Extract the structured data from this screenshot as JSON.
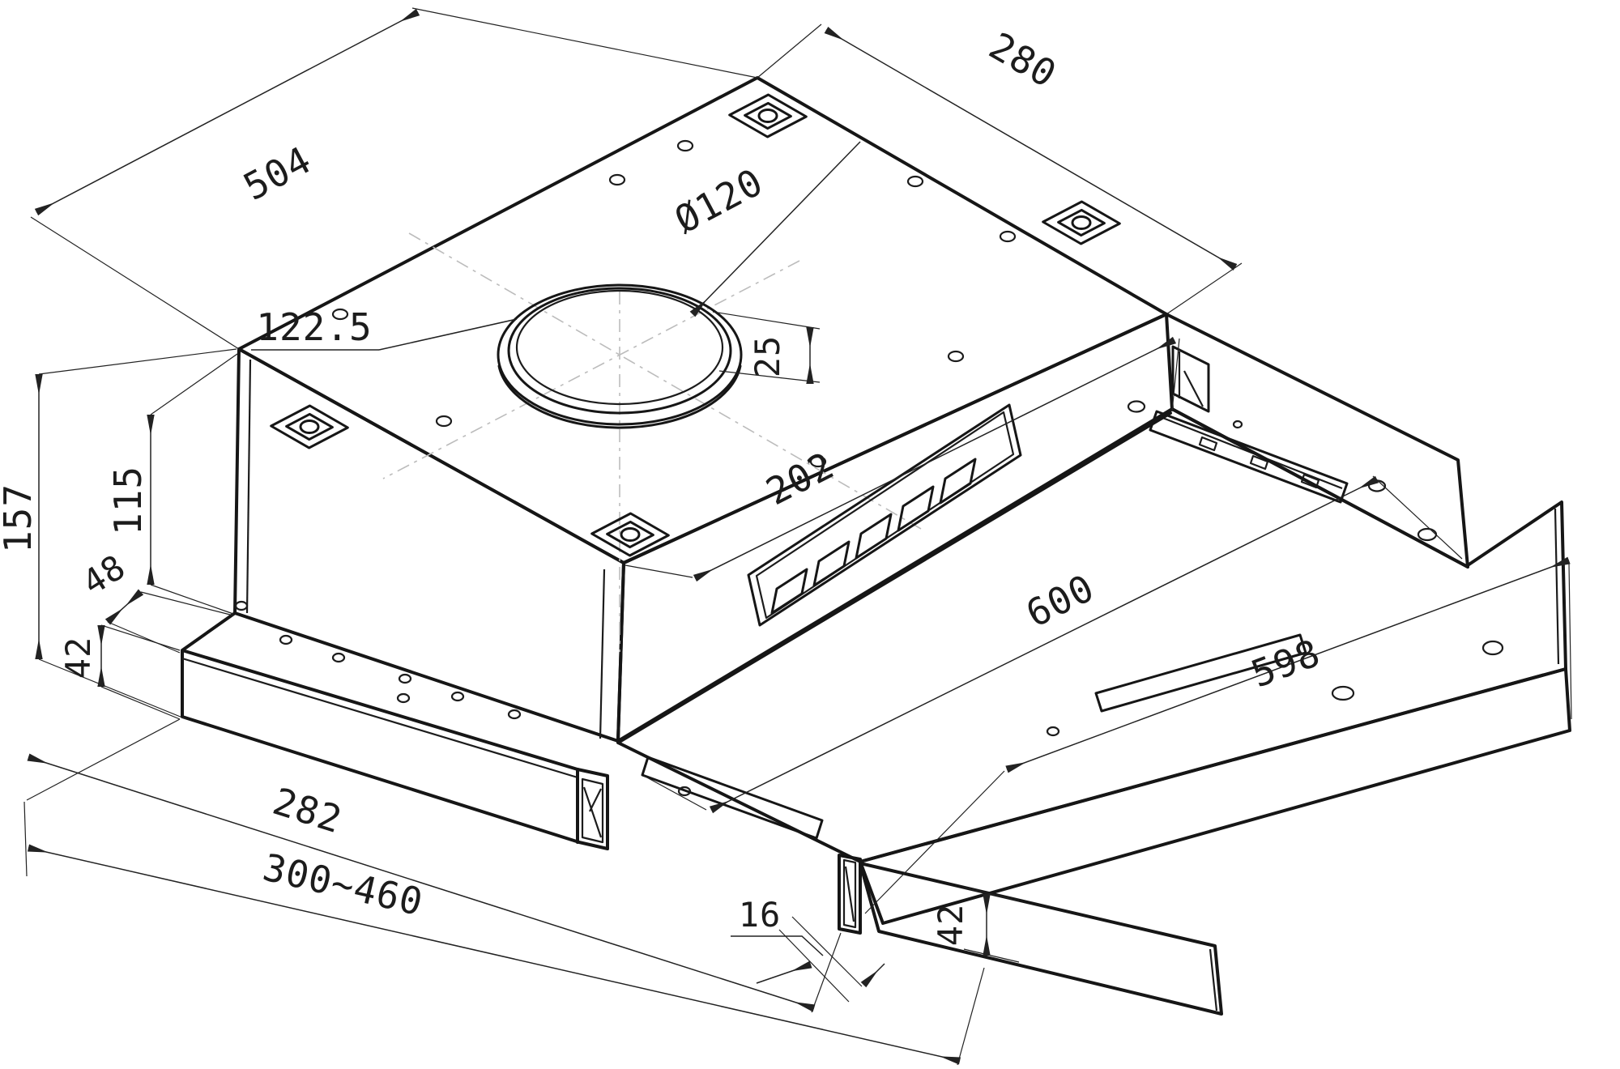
{
  "drawing": {
    "subject": "telescopic-cooker-hood-isometric-dimension-drawing",
    "background_color": "#ffffff",
    "line_color": "#161616",
    "centerline_color": "#bcbcbc",
    "dimensions": {
      "top_right_edge": "280",
      "top_left_edge": "504",
      "vent_diameter": "Ø120",
      "vent_center_offset": "122.5",
      "vent_rear_offset": "25",
      "top_front_span": "202",
      "overall_height": "157",
      "body_height": "115",
      "front_step_depth": "48",
      "left_drawer_height": "42",
      "drawer_length": "282",
      "telescopic_range": "300~460",
      "front_gap": "16",
      "front_trim_height": "42",
      "body_width": "600",
      "visor_width": "598"
    }
  }
}
